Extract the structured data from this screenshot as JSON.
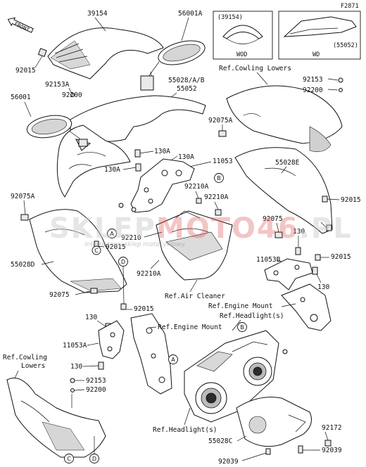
{
  "diagram_code": "F2871",
  "front_label": "FRONT",
  "part_labels": {
    "p39154": "39154",
    "p56001A": "56001A",
    "p92015_a": "92015",
    "p92153A": "92153A",
    "p92200_a": "92200",
    "p56001": "56001",
    "p55028_52": "55028/A/B",
    "p55052": "55052",
    "p92075A_r": "92075A",
    "p130A_1": "130A",
    "p130A_2": "130A",
    "p130A_3": "130A",
    "p11053": "11053",
    "p92210A_1": "92210A",
    "p92210A_2": "92210A",
    "p92210": "92210",
    "p92075A_l": "92075A",
    "p55028D": "55028D",
    "p92015_b": "92015",
    "p92075_l": "92075",
    "p92210A_3": "92210A",
    "p55028E": "55028E",
    "p92015_c": "92015",
    "p92075_r": "92075",
    "p130_r": "130",
    "p11053B": "11053B",
    "p92015_d": "92015",
    "p130_r2": "130",
    "p92153_r": "92153",
    "p92200_r": "92200",
    "p92015_e": "92015",
    "p130_l": "130",
    "p11053A": "11053A",
    "p130_l2": "130",
    "p92153_l": "92153",
    "p92200_l": "92200",
    "p55028C": "55028C",
    "p92039_a": "92039",
    "p92039_b": "92039",
    "p92172": "92172"
  },
  "inset_boxes": {
    "wod_part": "(39154)",
    "wod_label": "WOD",
    "wd_part": "(55052)",
    "wd_label": "WD"
  },
  "reference_notes": {
    "cowling_lowers_top": "Ref.Cowling Lowers",
    "air_cleaner": "Ref.Air Cleaner",
    "engine_mount_r": "Ref.Engine Mount",
    "headlights_r": "Ref.Headlight(s)",
    "engine_mount_l": "Ref.Engine Mount",
    "cowling_lowers_l_1": "Ref.Cowling",
    "cowling_lowers_l_2": "Lowers",
    "headlights_bottom": "Ref.Headlight(s)"
  },
  "callouts": {
    "a": "A",
    "b": "B",
    "c": "C",
    "d": "D"
  },
  "watermark": {
    "text_part1": "SKLEP",
    "text_part2": "MOTO",
    "text_part3": "46",
    "text_part4": ".PL",
    "subtitle": "internetowy sklep motocyklowy"
  }
}
